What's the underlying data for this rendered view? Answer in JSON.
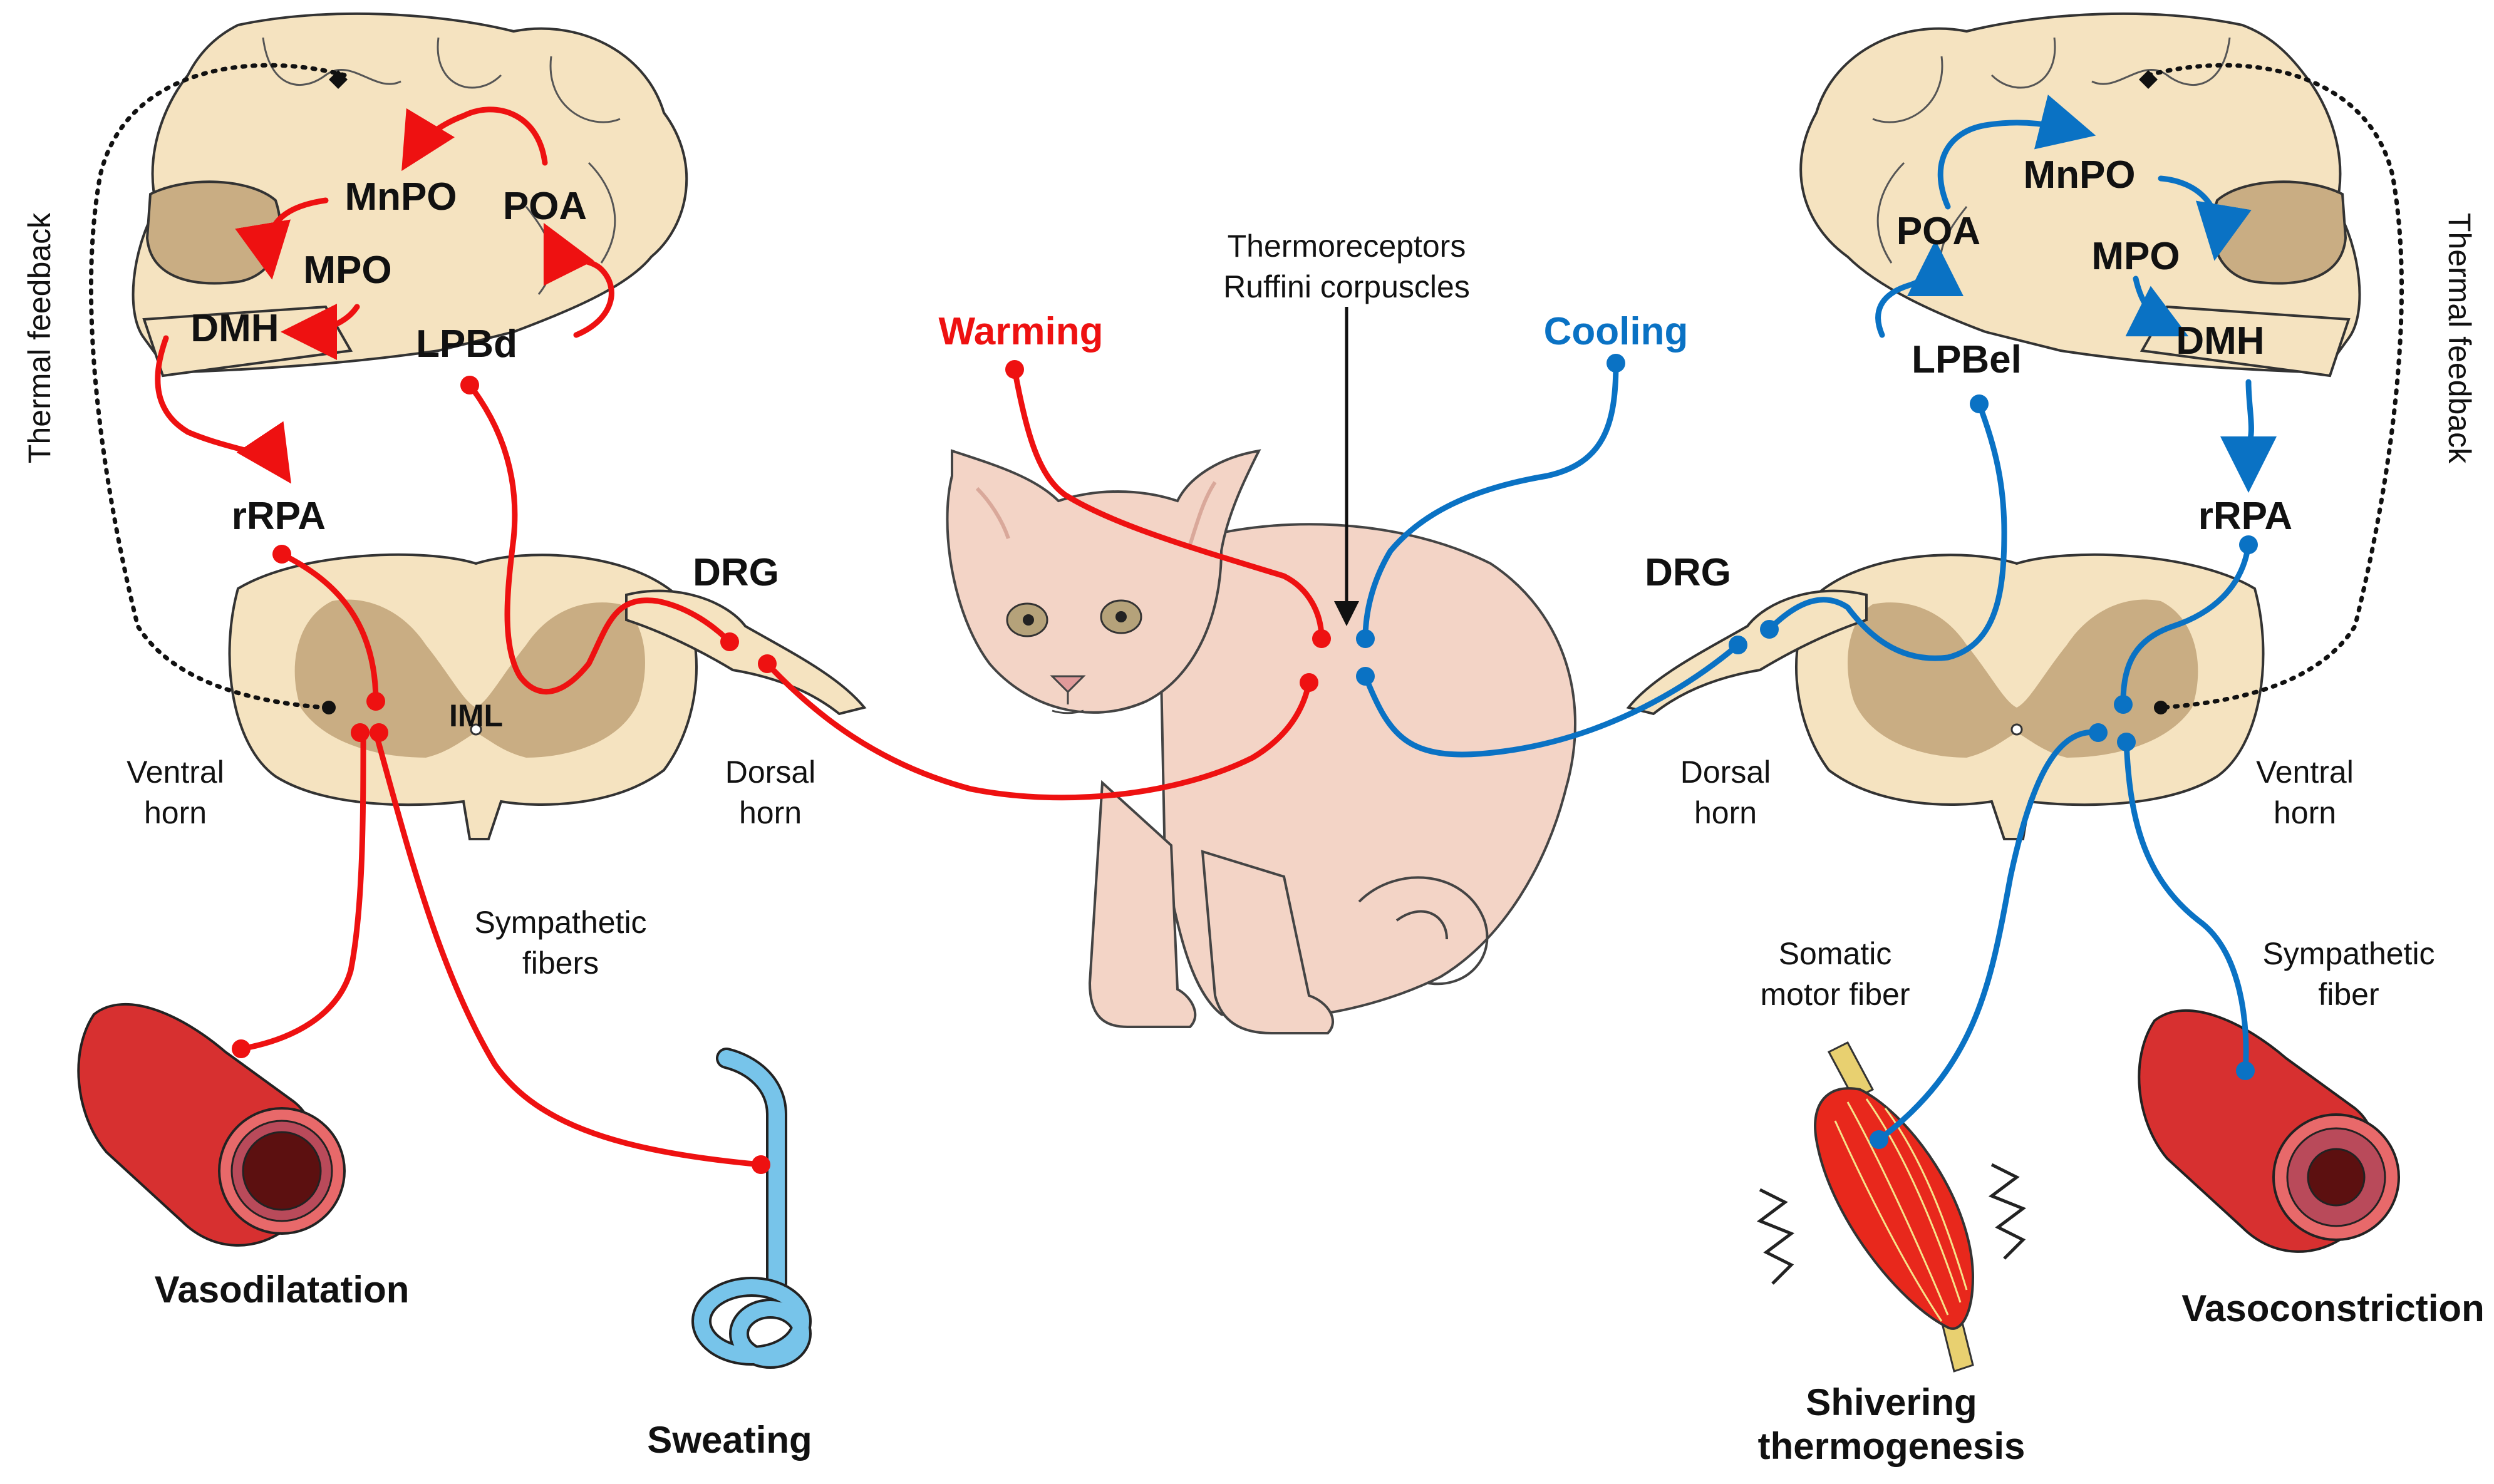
{
  "colors": {
    "warm": "#ee1111",
    "cool": "#0a72c4",
    "brain": "#f5e3c0",
    "grey_matter": "#c9ad83",
    "skin": "#f3d4c6",
    "vessel_outer": "#d73030",
    "gland": "#77c4ea",
    "muscle": "#e8281c"
  },
  "center": {
    "receptor_label_line1": "Thermoreceptors",
    "receptor_label_line2": "Ruffini corpuscles",
    "warming": "Warming",
    "cooling": "Cooling"
  },
  "left": {
    "thermal_feedback": "Thermal feedback",
    "mnpo": "MnPO",
    "poa": "POA",
    "mpo": "MPO",
    "dmh": "DMH",
    "lpb": "LPBd",
    "rrpa": "rRPA",
    "drg": "DRG",
    "iml": "IML",
    "ventral_horn_1": "Ventral",
    "ventral_horn_2": "horn",
    "dorsal_horn_1": "Dorsal",
    "dorsal_horn_2": "horn",
    "fibers_1": "Sympathetic",
    "fibers_2": "fibers",
    "effect_1": "Vasodilatation",
    "effect_2": "Sweating"
  },
  "right": {
    "thermal_feedback": "Thermal feedback",
    "mnpo": "MnPO",
    "poa": "POA",
    "mpo": "MPO",
    "dmh": "DMH",
    "lpb": "LPBel",
    "rrpa": "rRPA",
    "drg": "DRG",
    "dorsal_horn_1": "Dorsal",
    "dorsal_horn_2": "horn",
    "ventral_horn_1": "Ventral",
    "ventral_horn_2": "horn",
    "motor_fiber_1": "Somatic",
    "motor_fiber_2": "motor fiber",
    "symp_fiber_1": "Sympathetic",
    "symp_fiber_2": "fiber",
    "effect_1_line1": "Shivering",
    "effect_1_line2": "thermogenesis",
    "effect_2": "Vasoconstriction"
  }
}
